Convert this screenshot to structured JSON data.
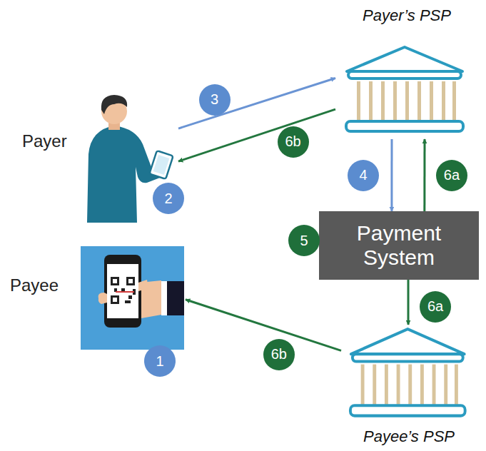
{
  "diagram": {
    "nodes": [
      {
        "text": [
          "Payer’s PSP"
        ]
      },
      {
        "text": [
          "Payer"
        ]
      },
      {
        "text": [
          "Payment System"
        ]
      },
      {
        "text": [
          "Payee"
        ]
      },
      {
        "text": [
          "Payee’s PSP"
        ]
      }
    ],
    "edges": [
      {
        "from": 1,
        "to": 0,
        "arrow": "to",
        "label": "3"
      },
      {
        "from": 0,
        "to": 1,
        "arrow": "to",
        "label": "6b"
      },
      {
        "from": 0,
        "to": 2,
        "arrow": "to",
        "label": "4"
      },
      {
        "from": 2,
        "to": 0,
        "arrow": "to",
        "label": "6a"
      },
      {
        "from": 2,
        "to": 4,
        "arrow": "to",
        "label": "6a"
      },
      {
        "from": 4,
        "to": 3,
        "arrow": "to",
        "label": "6b"
      }
    ],
    "labels": [
      "1",
      "2",
      "5"
    ]
  }
}
